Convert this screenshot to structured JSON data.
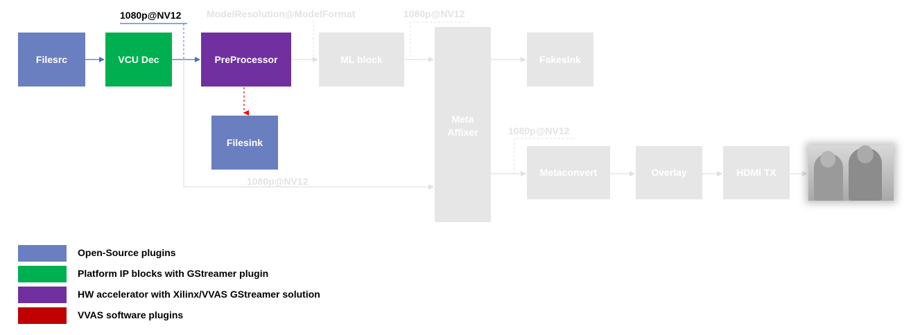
{
  "blocks": {
    "filesrc": "Filesrc",
    "vcu_dec": "VCU Dec",
    "preprocessor": "PreProcessor",
    "filesink": "Filesink",
    "ml_block": "ML block",
    "meta_affixer_line1": "Meta",
    "meta_affixer_line2": "Affixer",
    "fakesink": "Fakesink",
    "metaconvert": "Metaconvert",
    "overlay": "Overlay",
    "hdmi_tx": "HDMI TX"
  },
  "labels": {
    "decoder_output": "1080p@NV12",
    "model_format": "ModelResolution@ModelFormat",
    "ml_output": "1080p@NV12",
    "bypass_path": "1080p@NV12",
    "metaconvert_input": "1080p@NV12"
  },
  "legend": [
    {
      "label": "Open-Source plugins",
      "color": "#6a7fbf"
    },
    {
      "label": "Platform IP blocks with GStreamer plugin",
      "color": "#00b050"
    },
    {
      "label": "HW accelerator with Xilinx/VVAS GStreamer solution",
      "color": "#7030a0"
    },
    {
      "label": "VVAS software plugins",
      "color": "#c00000"
    }
  ],
  "colors": {
    "open_source": "#6a7fbf",
    "platform_ip": "#00b050",
    "hw_accelerator": "#7030a0",
    "software_plugin": "#c00000",
    "inactive": "#e6e6e6",
    "active_arrow": "#4472c4",
    "filesink_arrow": "#ff0000"
  }
}
